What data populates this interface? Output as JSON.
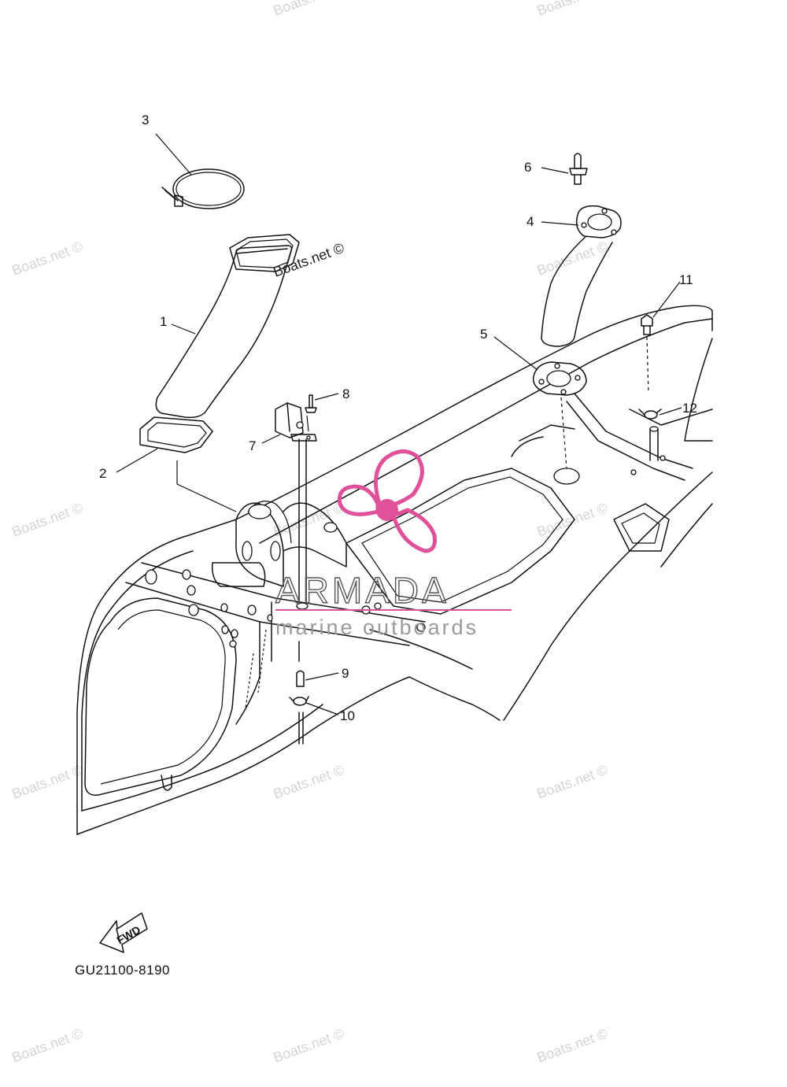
{
  "diagram": {
    "part_labels": [
      "1",
      "2",
      "3",
      "4",
      "5",
      "6",
      "7",
      "8",
      "9",
      "10",
      "11",
      "12"
    ],
    "drawing_code": "GU21100-8190",
    "fwd_label": "FWD",
    "watermark_text": "Boats.net ©",
    "brand": {
      "name": "ARMADA",
      "tagline": "marine outboards",
      "accent_color": "#e0519a"
    }
  }
}
